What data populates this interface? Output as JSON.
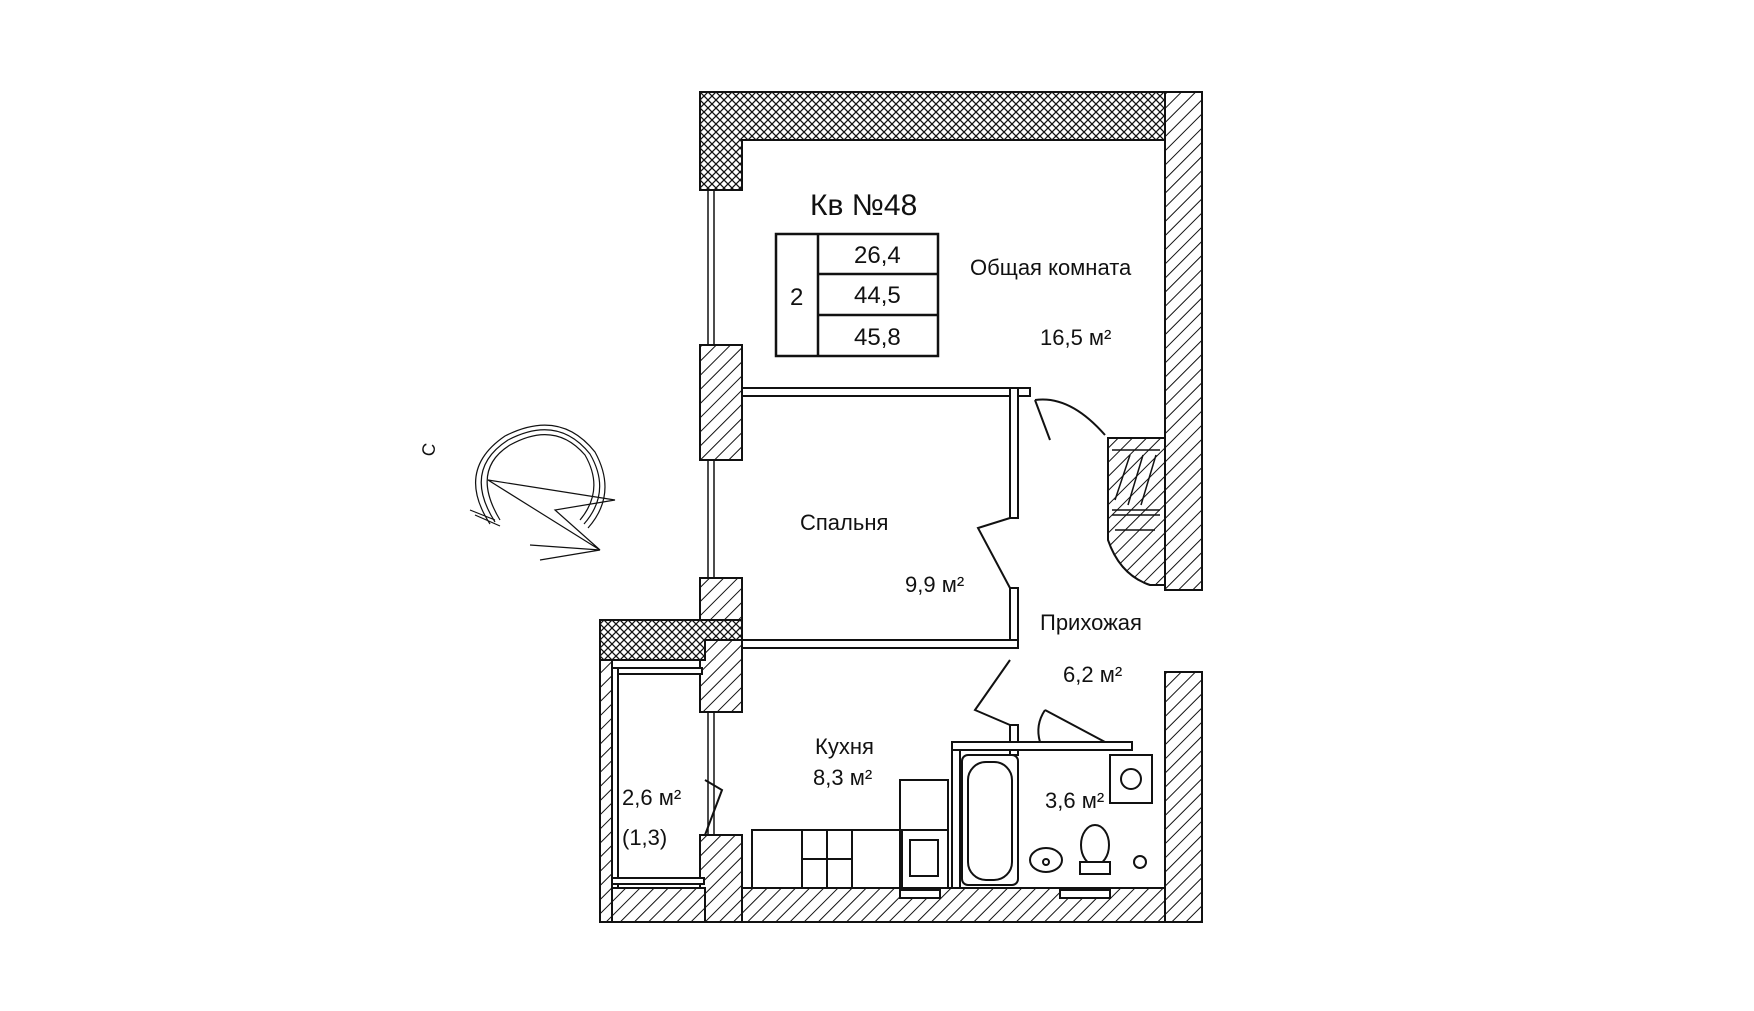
{
  "apartment": {
    "title": "Кв №48",
    "rooms_count": "2",
    "living_area": "26,4",
    "total_area": "44,5",
    "total_with_balcony": "45,8"
  },
  "rooms": {
    "living_room": {
      "name": "Общая комната",
      "area": "16,5 м²"
    },
    "bedroom": {
      "name": "Спальня",
      "area": "9,9 м²"
    },
    "hallway": {
      "name": "Прихожая",
      "area": "6,2 м²"
    },
    "kitchen": {
      "name": "Кухня",
      "area": "8,3 м²"
    },
    "bathroom": {
      "area": "3,6 м²"
    },
    "balcony": {
      "area": "2,6 м²",
      "reduced_area": "(1,3)"
    }
  },
  "compass": {
    "north_label": "С"
  },
  "colors": {
    "line": "#111111",
    "background": "#ffffff"
  }
}
